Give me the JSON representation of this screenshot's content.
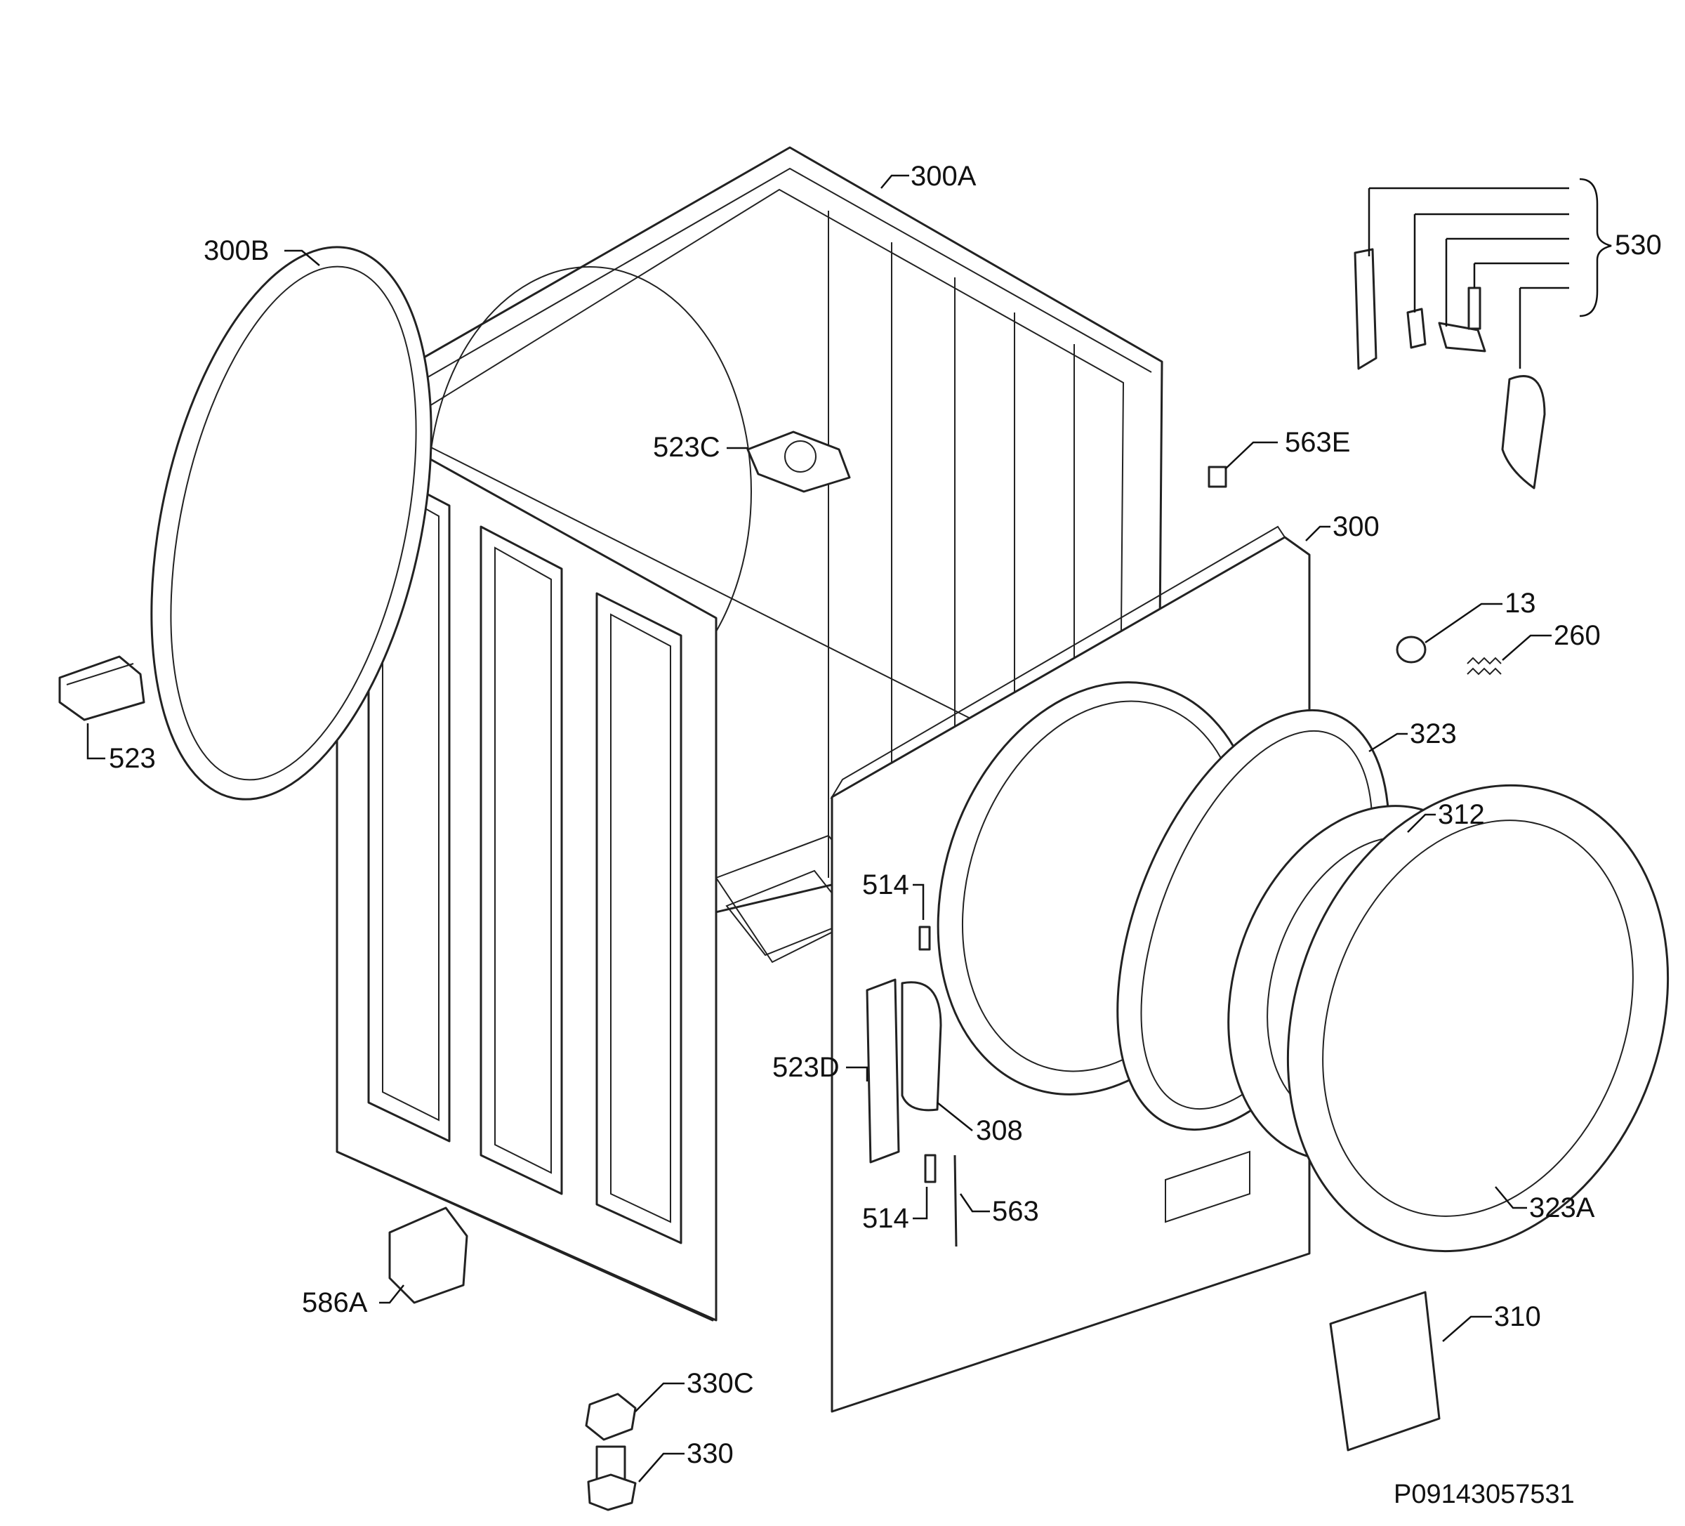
{
  "callouts": {
    "c300A": "300A",
    "c300B": "300B",
    "c530": "530",
    "c523C": "523C",
    "c563E": "563E",
    "c300": "300",
    "c13": "13",
    "c260": "260",
    "c523": "523",
    "c323": "323",
    "c312": "312",
    "c514a": "514",
    "c523D": "523D",
    "c308": "308",
    "c514b": "514",
    "c563": "563",
    "c323A": "323A",
    "c586A": "586A",
    "c310": "310",
    "c330C": "330C",
    "c330": "330"
  },
  "drawing_number": "P09143057531"
}
